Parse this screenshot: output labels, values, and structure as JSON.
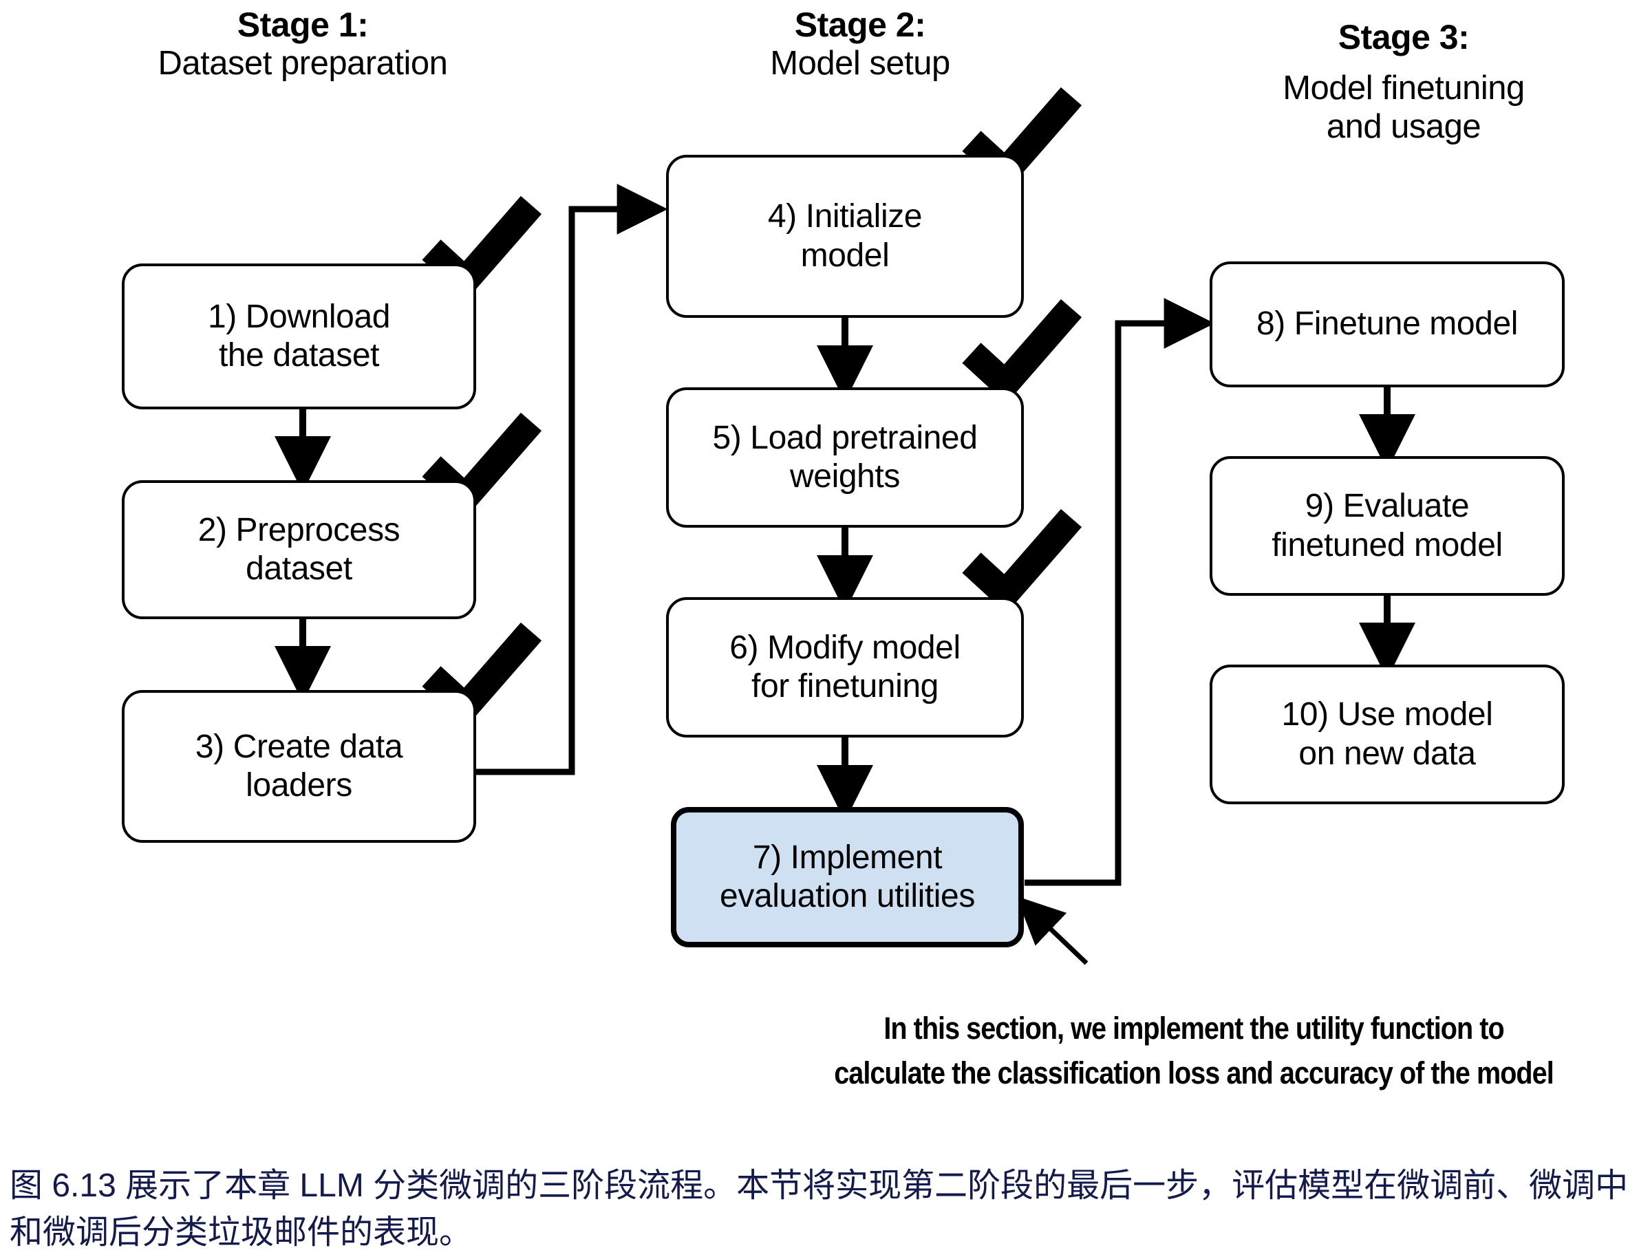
{
  "figure": {
    "stages": [
      {
        "id": "stage-1",
        "title": "Stage 1:",
        "subtitle": "Dataset preparation"
      },
      {
        "id": "stage-2",
        "title": "Stage 2:",
        "subtitle": "Model setup"
      },
      {
        "id": "stage-3",
        "title": "Stage 3:",
        "subtitle": "Model finetuning\nand usage"
      }
    ],
    "nodes": [
      {
        "id": "node-1",
        "label": "1) Download\nthe dataset",
        "checked": true,
        "highlight": false
      },
      {
        "id": "node-2",
        "label": "2) Preprocess\ndataset",
        "checked": true,
        "highlight": false
      },
      {
        "id": "node-3",
        "label": "3) Create data\nloaders",
        "checked": true,
        "highlight": false
      },
      {
        "id": "node-4",
        "label": "4) Initialize\nmodel",
        "checked": true,
        "highlight": false
      },
      {
        "id": "node-5",
        "label": "5) Load pretrained\nweights",
        "checked": true,
        "highlight": false
      },
      {
        "id": "node-6",
        "label": "6) Modify model\nfor finetuning",
        "checked": true,
        "highlight": false
      },
      {
        "id": "node-7",
        "label": "7) Implement\nevaluation utilities",
        "checked": false,
        "highlight": true
      },
      {
        "id": "node-8",
        "label": "8) Finetune model",
        "checked": false,
        "highlight": false
      },
      {
        "id": "node-9",
        "label": "9) Evaluate\nfinetuned model",
        "checked": false,
        "highlight": false
      },
      {
        "id": "node-10",
        "label": "10) Use model\non new data",
        "checked": false,
        "highlight": false
      }
    ],
    "annotation": "In this section, we implement the utility function to\ncalculate the classification loss and accuracy of the model",
    "caption": "图 6.13 展示了本章 LLM 分类微调的三阶段流程。本节将实现第二阶段的最后一步，评估模型在微调前、微调中和微调后分类垃圾邮件的表现。",
    "colors": {
      "highlight_fill": "#cfe0f2",
      "stroke": "#000000",
      "caption_text": "#131a4d",
      "background": "#ffffff"
    }
  }
}
